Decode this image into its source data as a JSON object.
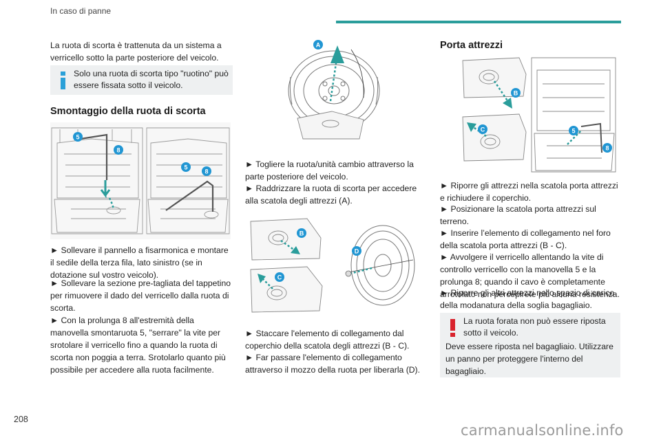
{
  "header": {
    "title": "In caso di panne"
  },
  "page_number": "208",
  "watermark": "carmanualsonline.info",
  "column1": {
    "intro": "La ruota di scorta è trattenuta da un sistema a verricello sotto la parte posteriore del veicolo.",
    "info_note": "Solo una ruota di scorta tipo \"ruotino\" può essere fissata sotto il veicolo.",
    "section_title": "Smontaggio della ruota di scorta",
    "figure_labels": [
      "5",
      "8",
      "5",
      "8"
    ],
    "steps": [
      "► Sollevare il pannello a fisarmonica e montare il sedile della terza fila, lato sinistro (se in dotazione sul vostro veicolo).",
      "► Sollevare la sezione pre-tagliata del tappetino per rimuovere il dado del verricello dalla ruota di scorta.",
      "► Con la prolunga 8 all'estremità della manovella smontaruota 5, \"serrare\" la vite per srotolare il verricello fino a quando la ruota di scorta non poggia a terra. Srotolarlo quanto più possibile per accedere alla ruota facilmente."
    ]
  },
  "column2": {
    "figure_top_label": "A",
    "steps_1": [
      "► Togliere la ruota/unità cambio attraverso la parte posteriore del veicolo.",
      "► Raddrizzare la ruota di scorta per accedere alla scatola degli attrezzi (A)."
    ],
    "figure_mid_labels": [
      "B",
      "C",
      "D"
    ],
    "steps_2": [
      "► Staccare l'elemento di collegamento dal coperchio della scatola degli attrezzi (B - C).",
      "► Far passare l'elemento di collegamento attraverso il mozzo della ruota per liberarla (D)."
    ]
  },
  "column3": {
    "section_title": "Porta attrezzi",
    "figure_labels": [
      "B",
      "C",
      "5",
      "8"
    ],
    "steps": [
      "► Riporre gli attrezzi nella scatola porta attrezzi e richiudere il coperchio.",
      "► Posizionare la scatola porta attrezzi sul terreno.",
      "► Inserire l’elemento di collegamento nel foro della scatola porta attrezzi (B - C).",
      "► Avvolgere il verricello allentando la vite di controllo verricello con la manovella 5 e la prolunga 8; quando il cavo è completamente arrotolato non percepirete più alcuna resistenza.",
      "► Riporre gli altri attrezzi nello spazio di carico della modanatura della soglia bagagliaio."
    ],
    "warning_title": "La ruota forata non può essere riposta sotto il veicolo.",
    "warning_body": "Deve essere riposta nel bagagliaio. Utilizzare un panno per proteggere l'interno del bagagliaio."
  },
  "colors": {
    "accent": "#2a9d9b",
    "info": "#2aa0d8",
    "warning": "#d9232d",
    "label": "#2196d3"
  }
}
